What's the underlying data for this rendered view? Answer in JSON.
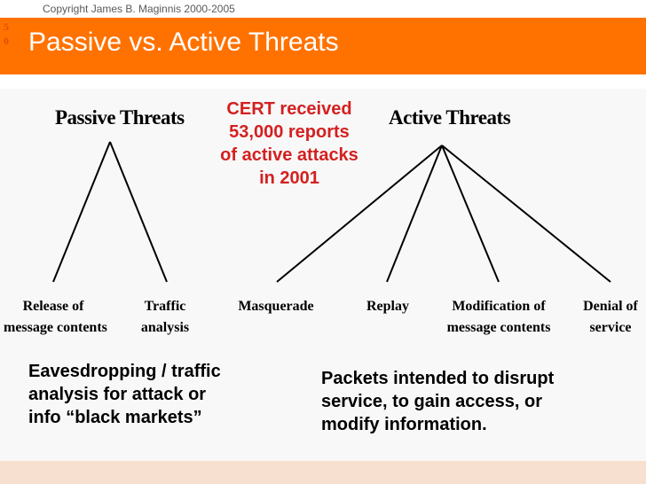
{
  "header": {
    "copyright": "Copyright James B. Maginnis 2000-2005",
    "slide_number": [
      "5",
      "0"
    ],
    "title": "Passive vs. Active Threats",
    "accent_color": "#ff7200"
  },
  "passive": {
    "title": "Passive Threats",
    "leaves": [
      {
        "line1": "Release of",
        "line2": "message contents"
      },
      {
        "line1": "Traffic",
        "line2": "analysis"
      }
    ],
    "description": [
      "Eavesdropping / traffic",
      "analysis for attack or",
      "info “black markets”"
    ]
  },
  "active": {
    "title": "Active Threats",
    "leaves": [
      {
        "line1": "Masquerade",
        "line2": ""
      },
      {
        "line1": "Replay",
        "line2": ""
      },
      {
        "line1": "Modification of",
        "line2": "message contents"
      },
      {
        "line1": "Denial of",
        "line2": "service"
      }
    ],
    "description": [
      "Packets intended to disrupt",
      "service, to gain access, or",
      "modify information."
    ]
  },
  "cert": {
    "lines": [
      "CERT received",
      "53,000 reports",
      "of active attacks",
      "in 2001"
    ],
    "color": "#d42020"
  }
}
